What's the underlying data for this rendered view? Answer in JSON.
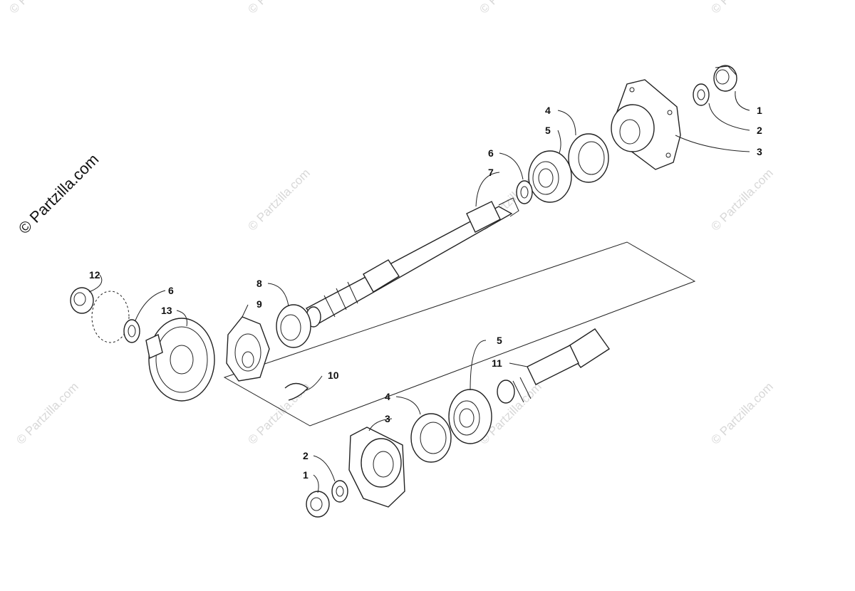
{
  "watermark": {
    "brand": "© Partzilla.com",
    "tile": "© Partzilla.com"
  },
  "callouts": {
    "c1_top": "1",
    "c2_top": "2",
    "c3_top": "3",
    "c4_top": "4",
    "c5_top": "5",
    "c6_top": "6",
    "c7": "7",
    "c8": "8",
    "c9": "9",
    "c10": "10",
    "c11": "11",
    "c12": "12",
    "c13": "13",
    "c6_left": "6",
    "c5_bot": "5",
    "c4_bot": "4",
    "c3_bot": "3",
    "c2_bot": "2",
    "c1_bot": "1"
  },
  "colors": {
    "line": "#222222",
    "watermark": "#d8d8d8",
    "background": "#ffffff"
  }
}
